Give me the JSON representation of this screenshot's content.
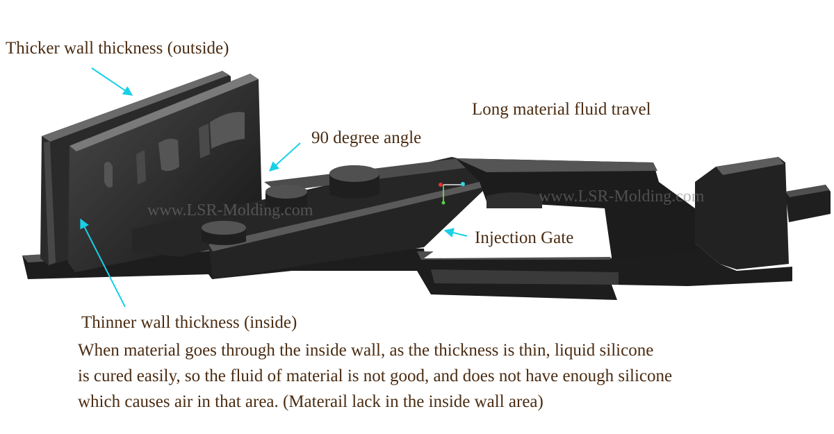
{
  "labels": {
    "thick_wall": "Thicker wall thickness (outside)",
    "fluid_travel": "Long material fluid travel",
    "angle": "90 degree angle",
    "gate": "Injection Gate",
    "thin_wall": "Thinner wall thickness (inside)"
  },
  "description": [
    "When material goes through the inside wall, as the thickness is thin, liquid silicone",
    "is cured easily, so the fluid of material is not good, and does not have enough silicone",
    "which causes air in that area. (Materail lack in the inside wall area)"
  ],
  "watermarks": [
    "www.LSR-Molding.com",
    "www.LSR-Molding.com"
  ],
  "colors": {
    "text": "#4a2c12",
    "arrow": "#19d0e6",
    "part": "#1e1e1e",
    "highlight": "#6a6a6a"
  },
  "icons": [
    "cyan-arrow",
    "gate-axis-marker"
  ]
}
